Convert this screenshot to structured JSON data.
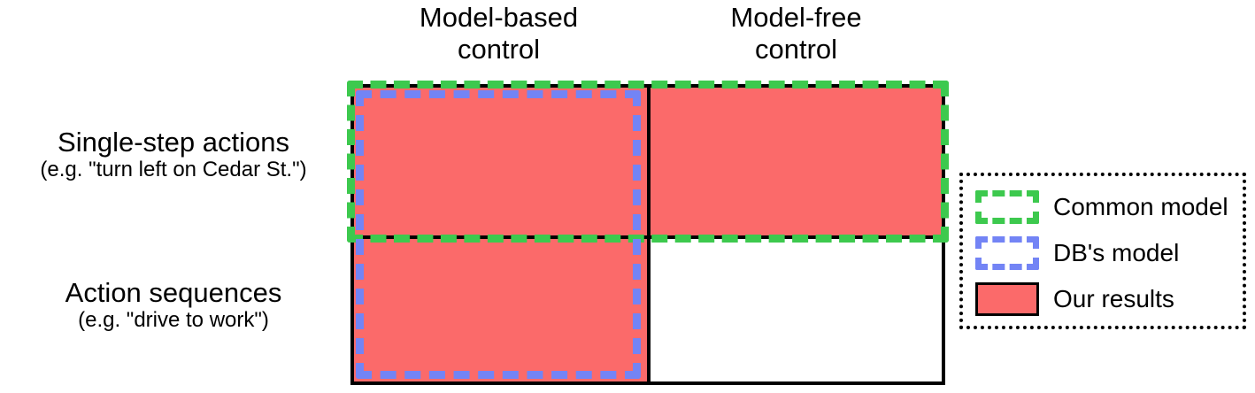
{
  "figure": {
    "type": "matrix-diagram",
    "background_color": "#ffffff",
    "columns": [
      {
        "id": "model-based",
        "label": "Model-based\ncontrol"
      },
      {
        "id": "model-free",
        "label": "Model-free\ncontrol"
      }
    ],
    "rows": [
      {
        "id": "single-step-actions",
        "label": "Single-step actions",
        "sublabel": "(e.g. \"turn left on Cedar St.\")"
      },
      {
        "id": "action-sequences",
        "label": "Action sequences",
        "sublabel": "(e.g. \"drive to work\")"
      }
    ],
    "cells": [
      {
        "row": "single-step-actions",
        "column": "model-based",
        "filled": true,
        "fill": "#fb6a6a"
      },
      {
        "row": "single-step-actions",
        "column": "model-free",
        "filled": true,
        "fill": "#fb6a6a"
      },
      {
        "row": "action-sequences",
        "column": "model-based",
        "filled": true,
        "fill": "#fb6a6a"
      },
      {
        "row": "action-sequences",
        "column": "model-free",
        "filled": false,
        "fill": "#ffffff"
      }
    ],
    "overlays": [
      {
        "id": "common-model",
        "label": "Common model",
        "color": "#3dc94e",
        "style": "dashed",
        "covers": "row:single-step-actions (both columns)"
      },
      {
        "id": "db-model",
        "label": "DB's model",
        "color": "#7384f5",
        "style": "dashed",
        "covers": "column:model-based (both rows)"
      }
    ]
  },
  "legend": {
    "border_color": "#000000",
    "items": [
      {
        "id": "common-model",
        "label": "Common model",
        "swatch": "dashed-green-box",
        "color": "#3dc94e"
      },
      {
        "id": "db-model",
        "label": "DB's model",
        "swatch": "dashed-blue-box",
        "color": "#7384f5"
      },
      {
        "id": "our-results",
        "label": "Our results",
        "swatch": "filled-salmon-box",
        "color": "#fb6a6a"
      }
    ]
  }
}
